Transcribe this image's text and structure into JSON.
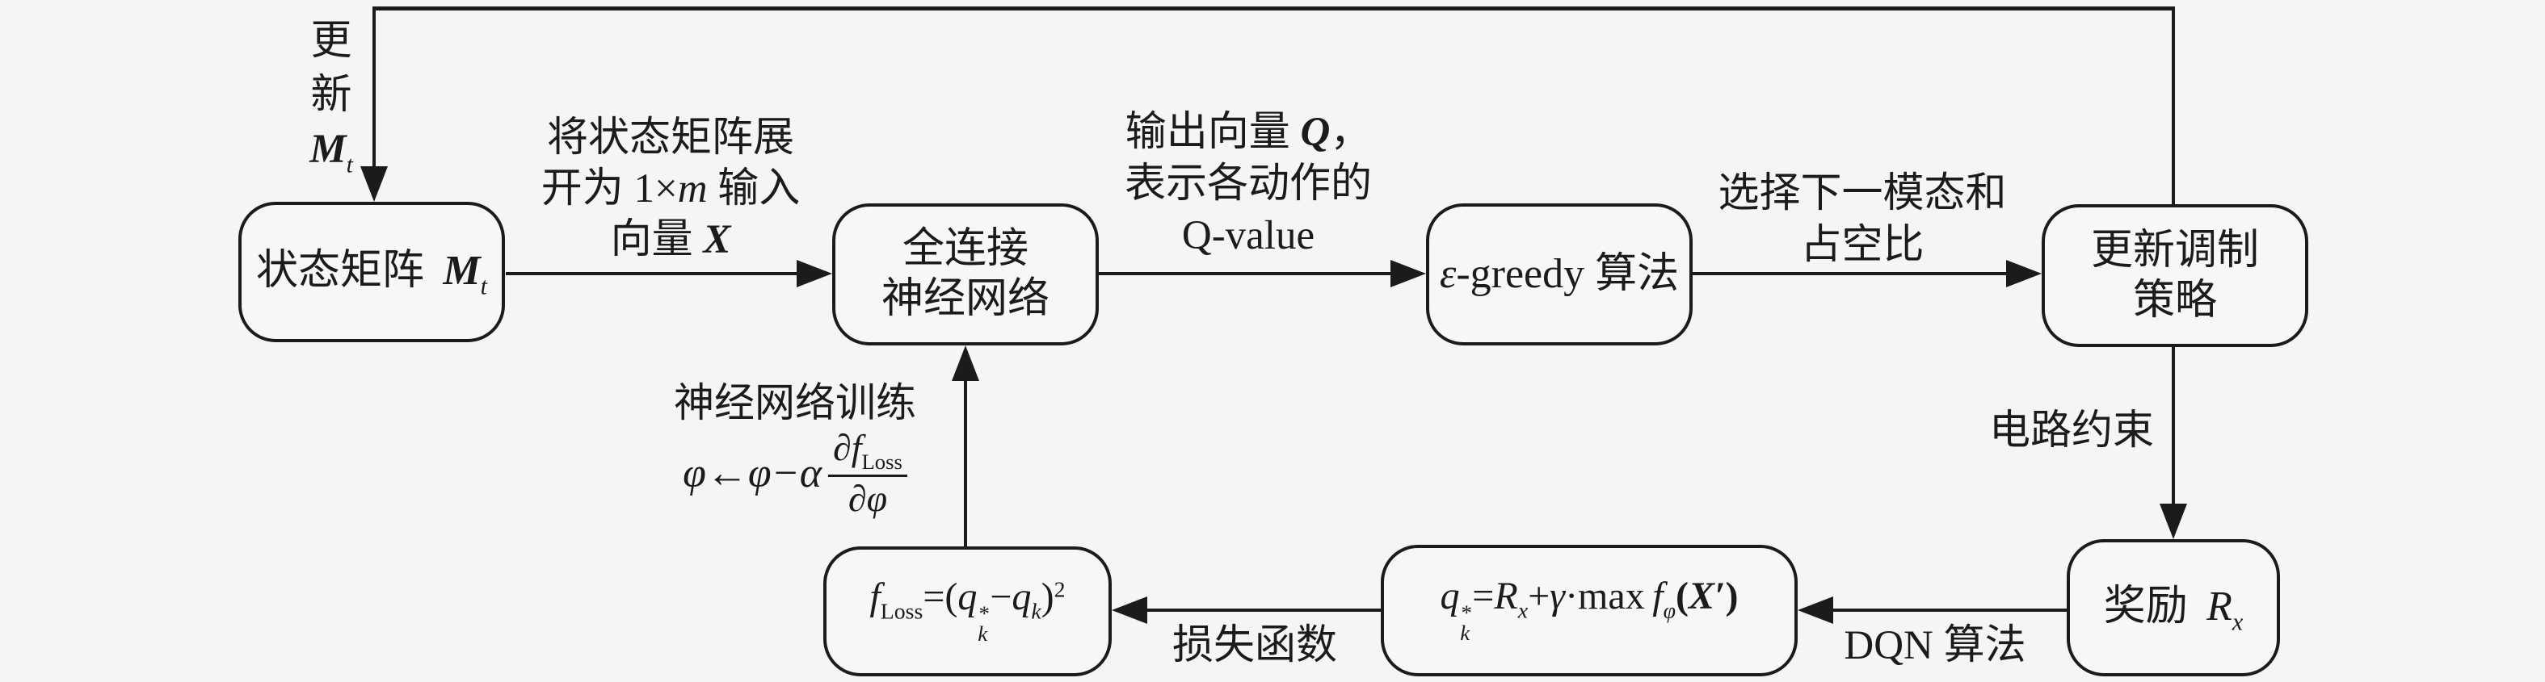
{
  "colors": {
    "background": "#f5f5f5",
    "ink": "#1b1b1b"
  },
  "boxes": {
    "state_matrix": {
      "text": "状态矩阵",
      "var": "M",
      "var_sub": "t"
    },
    "fc_network": {
      "line1": "全连接",
      "line2": "神经网络"
    },
    "egreedy": {
      "epsilon": "ε",
      "suffix": "-greedy 算法"
    },
    "update_policy": {
      "line1": "更新调制",
      "line2": "策略"
    },
    "reward": {
      "text": "奖励",
      "var": "R",
      "var_sub": "x"
    },
    "q_target": {
      "q": "q",
      "q_sup": "*",
      "q_sub": "k",
      "eq": "=",
      "R": "R",
      "R_sub": "x",
      "plus": "+",
      "gamma": "γ",
      "dot": "·",
      "max": "max",
      "f": "f",
      "f_sub": "φ",
      "open": "(",
      "X": "X′",
      "close": ")"
    },
    "loss": {
      "f": "f",
      "f_sub": "Loss",
      "eq_open": "=(",
      "q1": "q",
      "q1_sup": "*",
      "q1_sub": "k",
      "minus": "−",
      "q2": "q",
      "q2_sub": "k",
      "close": ")",
      "exp": "2"
    }
  },
  "labels": {
    "update_m": {
      "char1": "更",
      "char2": "新",
      "var": "M",
      "var_sub": "t"
    },
    "expand": {
      "line1": "将状态矩阵展",
      "line2_pre": "开为 1×",
      "line2_var": "m",
      "line2_post": " 输入",
      "line3_pre": "向量 ",
      "line3_var": "X"
    },
    "q_output": {
      "line1_pre": "输出向量 ",
      "line1_var": "Q",
      "line1_post": "，",
      "line2": "表示各动作的",
      "line3": "Q-value"
    },
    "select": {
      "line1": "选择下一模态和",
      "line2": "占空比"
    },
    "circuit": "电路约束",
    "dqn": "DQN 算法",
    "loss_fn": "损失函数",
    "train": {
      "line1": "神经网络训练",
      "lhs": "φ←φ−α",
      "num_pre": "∂f",
      "num_sub": "Loss",
      "den": "∂φ"
    }
  }
}
